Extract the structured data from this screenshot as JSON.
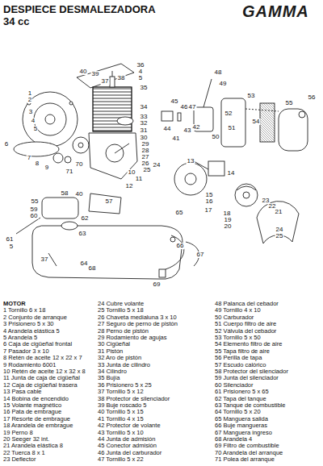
{
  "diagram": {
    "title": "DESPIECE DESMALEZADORA",
    "labels": [
      "34 cc",
      "GAMMA",
      "40",
      "39",
      "37",
      "36",
      "4",
      "5",
      "35",
      "34",
      "33",
      "32",
      "31",
      "30",
      "29",
      "28",
      "27",
      "26",
      "25",
      "24",
      "1",
      "2",
      "3",
      "4",
      "5",
      "6",
      "7",
      "8",
      "9",
      "71",
      "70",
      "10",
      "11",
      "12",
      "44",
      "45",
      "46",
      "47",
      "48",
      "49",
      "52",
      "53",
      "51",
      "50",
      "54",
      "55",
      "56",
      "43",
      "42",
      "41",
      "13",
      "14",
      "15",
      "16",
      "17",
      "18",
      "19",
      "20",
      "21",
      "22",
      "23",
      "24",
      "25",
      "40",
      "58",
      "55",
      "59",
      "60",
      "62",
      "63",
      "61",
      "5",
      "37",
      "57",
      "64",
      "68",
      "65",
      "66",
      "67",
      "69",
      "38",
      "MOTOR",
      "1 Tornillo 6 x 18",
      "2 Conjunto de arranque",
      "3 Prisionero 5 x 30",
      "4 Arandela elástica 5",
      "5 Arandela 5",
      "6 Caja de cigüeñal frontal",
      "7 Pasador 3 x 10",
      "8 Retén de aceite 12 x 22 x 7",
      "9 Rodamiento 6001",
      "10 Retén de aceite 12 x 32 x 8",
      "11 Junta de caja de cigüeñal",
      "12 Caja de cigüeñal trasera",
      "13 Pasa cable",
      "14 Bobina de encendido",
      "15 Volante magnético",
      "16 Pata de embrague",
      "17 Resorte de embrague",
      "18 Arandela de embrague",
      "19 Perno 8",
      "20 Seeger 32 int.",
      "21 Arandela elástica 8",
      "22 Tuerca 8 x 1",
      "23 Deflector",
      "24 Cubre volante",
      "25 Tornillo 5 x 18",
      "26 Chaveta medialuna 3 x 10",
      "27 Seguro de perno de pistón",
      "28 Perno de pistón",
      "29 Rodamiento de agujas",
      "30 Cigüeñal",
      "31 Pistón",
      "32 Aro de pistón",
      "33 Junta de cilindro",
      "34 Cilindro",
      "35 Bujía",
      "36 Prisionero 5 x 25",
      "37 Tornillo 5 x 12",
      "38 Protector de silenciador",
      "39 Buje roscado 5",
      "40 Tornillo 5 x 15",
      "41 Tornillo 4 x 15",
      "42 Protector de volante",
      "43 Tornillo 5 x 10",
      "44 Junta de admisión",
      "45 Conector admisión",
      "46 Junta del carburador",
      "47 Tornillo 5 x 22",
      "48 Palanca del cebador",
      "49 Tornillo 4 x 10",
      "50 Carburador",
      "51 Cuerpo filtro de aire",
      "52 Válvula del cebador",
      "53 Tornillo 5 x 50",
      "54 Elemento filtro de aire",
      "55 Tapa filtro de aire",
      "56 Perilla de tapa",
      "57 Escudo calórico",
      "58 Protector del silenciador",
      "59 Junta del silenciador",
      "60 Silenciador",
      "61 Prisionero 5 x 65",
      "62 Tapa del tanque",
      "63 Tanque de combustible",
      "64 Tornillo 5 x 20",
      "65 Manguera salida",
      "66 Buje mangueras",
      "67 Manguera ingreso",
      "68 Arandela 4",
      "69 Filtro de combustible",
      "70 Arandela del arranque",
      "71 Polea del arranque"
    ]
  }
}
